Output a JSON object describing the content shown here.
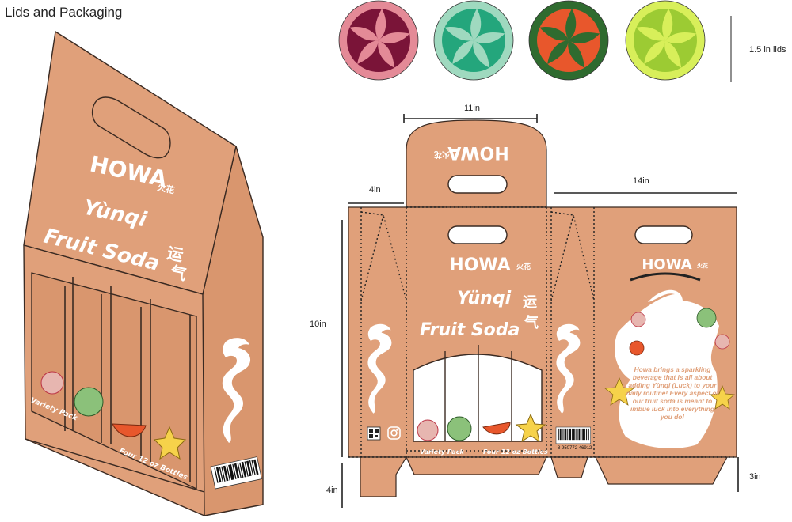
{
  "page_title": "Lids and Packaging",
  "dimensions": {
    "lid_size": "1.5 in lids",
    "top_width": "11in",
    "flap_width": "4in",
    "panel_width": "14in",
    "height": "10in",
    "bottom_flap": "4in",
    "side_bottom": "3in"
  },
  "lids": [
    {
      "ring": "#e48a97",
      "center": "#7a1438",
      "petal": "#e48a97"
    },
    {
      "ring": "#9fd9bf",
      "center": "#24a67c",
      "petal": "#9fd9bf"
    },
    {
      "ring": "#2f6b2f",
      "center": "#e8572c",
      "petal": "#2f6b2f"
    },
    {
      "ring": "#d8ef5a",
      "center": "#9ccb33",
      "petal": "#d8ef5a"
    }
  ],
  "box": {
    "color": "#e0a07a",
    "outline": "#3a2a22",
    "brand": "HOWA",
    "brand_cn": "火花",
    "product_line": "Yùnqi",
    "product_line_alt": "Yünqi",
    "product_name": "Fruit Soda",
    "product_cn_1": "运",
    "product_cn_2": "气",
    "variety_label": "Variety Pack",
    "bottles_label": "Four 12 oz Bottles",
    "story_text": "Howa brings a sparkling beverage that is all about adding Yùnqi (Luck) to your daily routine! Every aspect of our fruit soda is meant to imbue luck into everything you do!",
    "barcode_digits": "8 950772 46912"
  }
}
